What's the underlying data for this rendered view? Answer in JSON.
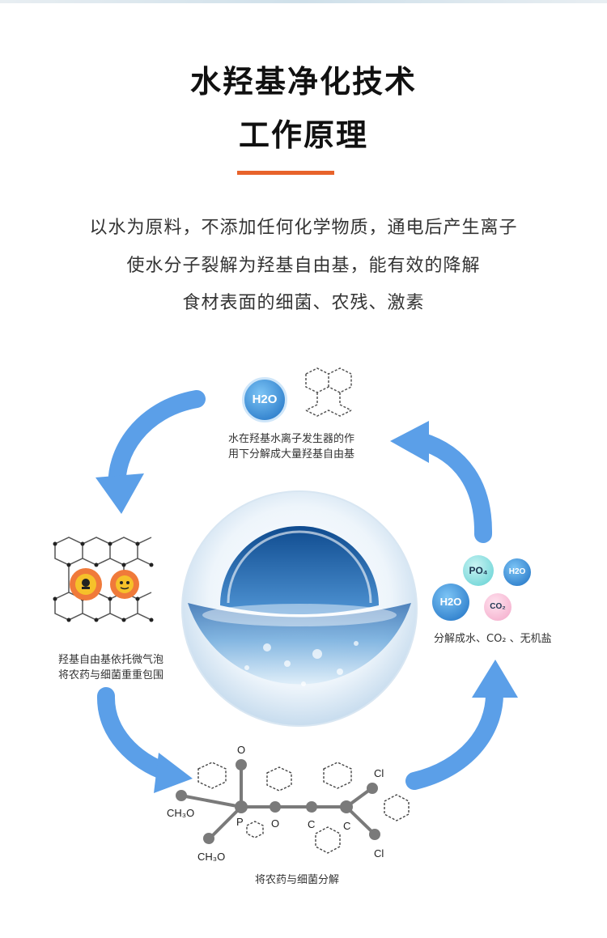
{
  "title": {
    "line1": "水羟基净化技术",
    "line2": "工作原理"
  },
  "description": [
    "以水为原料，不添加任何化学物质，通电后产生离子",
    "使水分子裂解为羟基自由基，能有效的降解",
    "食材表面的细菌、农残、激素"
  ],
  "steps": {
    "top": {
      "molecule": "H2O",
      "caption_line1": "水在羟基水离子发生器的作",
      "caption_line2": "用下分解成大量羟基自由基"
    },
    "left": {
      "caption_line1": "羟基自由基依托微气泡",
      "caption_line2": "将农药与细菌重重包围"
    },
    "bottom": {
      "caption": "将农药与细菌分解",
      "atoms": {
        "o_top": "O",
        "p": "P",
        "o_mid": "O",
        "c1": "C",
        "c2": "C",
        "cl_top": "Cl",
        "cl_bottom": "Cl",
        "ch3o_1": "CH₃O",
        "ch3o_2": "CH₃O"
      }
    },
    "right": {
      "molecules": {
        "po4": "PO₄",
        "h2o_small": "H2O",
        "h2o_large": "H2O",
        "co2": "CO₂"
      },
      "caption": "分解成水、CO₂ 、无机盐"
    }
  },
  "colors": {
    "accent_bar": "#e8632b",
    "arrow": "#5b9fe8",
    "water": "#2e78c0"
  }
}
